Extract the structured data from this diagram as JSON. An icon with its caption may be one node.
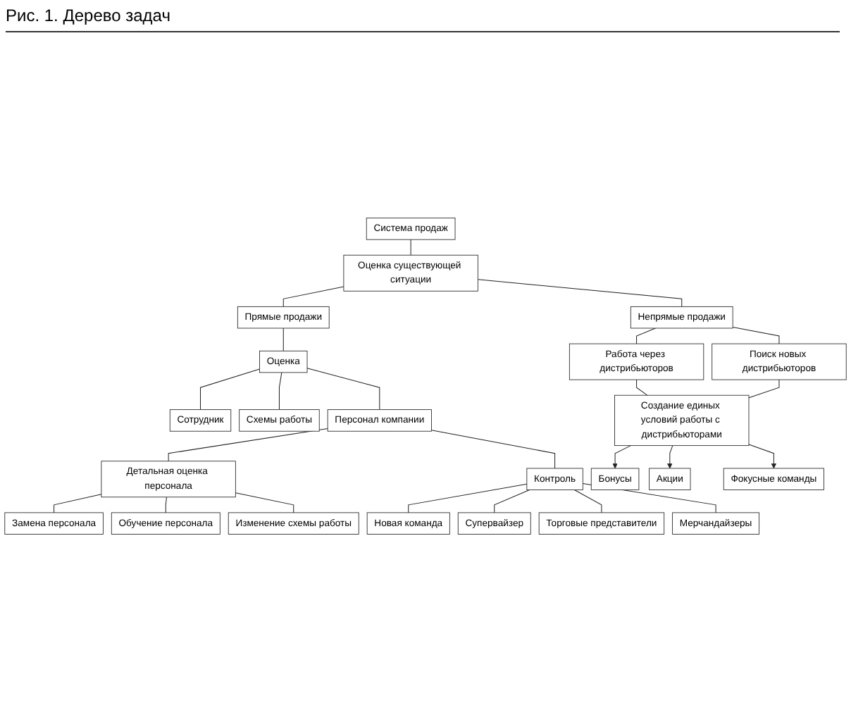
{
  "diagram": {
    "title": "Рис. 1. Дерево задач",
    "nodes": [
      {
        "text": [
          "Система продаж"
        ]
      },
      {
        "text": [
          "Оценка существующей ситуации"
        ]
      },
      {
        "text": [
          "Прямые продажи"
        ]
      },
      {
        "text": [
          "Непрямые продажи"
        ]
      },
      {
        "text": [
          "Оценка"
        ]
      },
      {
        "text": [
          "Работа через дистрибьюторов"
        ]
      },
      {
        "text": [
          "Поиск новых дистрибьюторов"
        ]
      },
      {
        "text": [
          "Сотрудник"
        ]
      },
      {
        "text": [
          "Схемы работы"
        ]
      },
      {
        "text": [
          "Создание единых условий работы с дистрибьюторами"
        ]
      },
      {
        "text": [
          "Персонал компании"
        ]
      },
      {
        "text": [
          "Бонусы"
        ]
      },
      {
        "text": [
          "Акции"
        ]
      },
      {
        "text": [
          "Фокусные команды"
        ]
      },
      {
        "text": [
          "Детальная оценка персонала"
        ]
      },
      {
        "text": [
          "Контроль"
        ]
      },
      {
        "text": [
          "Новая команда"
        ]
      },
      {
        "text": [
          "Замена персонала"
        ]
      },
      {
        "text": [
          "Обучение персонала"
        ]
      },
      {
        "text": [
          "Изменение схемы работы"
        ]
      },
      {
        "text": [
          "Супервайзер"
        ]
      },
      {
        "text": [
          "Торговые представители"
        ]
      },
      {
        "text": [
          "Мерчандайзеры"
        ]
      }
    ],
    "edges": [
      {
        "from": 0,
        "to": 1,
        "arrow": "none"
      },
      {
        "from": 1,
        "to": 2,
        "arrow": "none"
      },
      {
        "from": 1,
        "to": 3,
        "arrow": "none"
      },
      {
        "from": 2,
        "to": 4,
        "arrow": "none"
      },
      {
        "from": 4,
        "to": 7,
        "arrow": "none"
      },
      {
        "from": 4,
        "to": 8,
        "arrow": "none"
      },
      {
        "from": 4,
        "to": 10,
        "arrow": "none"
      },
      {
        "from": 3,
        "to": 5,
        "arrow": "none"
      },
      {
        "from": 3,
        "to": 6,
        "arrow": "none"
      },
      {
        "from": 5,
        "to": 9,
        "arrow": "none"
      },
      {
        "from": 6,
        "to": 9,
        "arrow": "none"
      },
      {
        "from": 9,
        "to": 11,
        "arrow": "to"
      },
      {
        "from": 9,
        "to": 12,
        "arrow": "to"
      },
      {
        "from": 9,
        "to": 13,
        "arrow": "to"
      },
      {
        "from": 10,
        "to": 14,
        "arrow": "none"
      },
      {
        "from": 10,
        "to": 15,
        "arrow": "none"
      },
      {
        "from": 15,
        "to": 16,
        "arrow": "none"
      },
      {
        "from": 14,
        "to": 17,
        "arrow": "none"
      },
      {
        "from": 14,
        "to": 18,
        "arrow": "none"
      },
      {
        "from": 14,
        "to": 19,
        "arrow": "none"
      },
      {
        "from": 15,
        "to": 20,
        "arrow": "none"
      },
      {
        "from": 15,
        "to": 21,
        "arrow": "none"
      },
      {
        "from": 15,
        "to": 22,
        "arrow": "none"
      }
    ]
  }
}
